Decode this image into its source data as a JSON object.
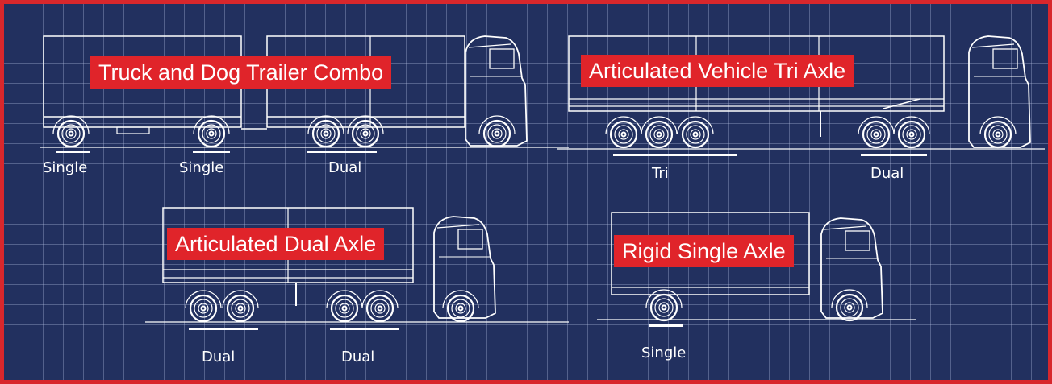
{
  "colors": {
    "background": "#22305f",
    "grid": "#aab4dc",
    "linework": "#ffffff",
    "title_fill": "#e0242a",
    "border": "#d8272c"
  },
  "vehicles": [
    {
      "title": "Truck and Dog Trailer Combo",
      "axles": [
        "Single",
        "Single",
        "Dual"
      ]
    },
    {
      "title": "Articulated Vehicle Tri Axle",
      "axles": [
        "Tri",
        "Dual"
      ]
    },
    {
      "title": "Articulated Dual Axle",
      "axles": [
        "Dual",
        "Dual"
      ]
    },
    {
      "title": "Rigid Single Axle",
      "axles": [
        "Single"
      ]
    }
  ]
}
